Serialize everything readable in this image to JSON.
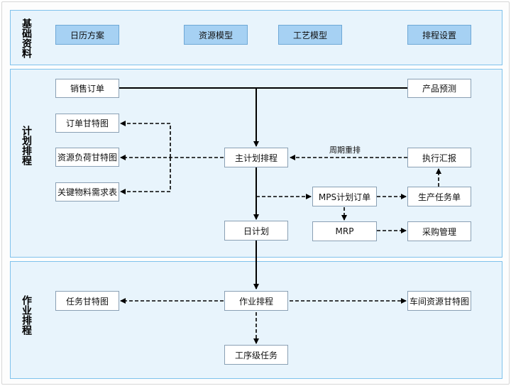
{
  "sections": {
    "base": "基础资料",
    "plan": "计划排程",
    "work": "作业排程"
  },
  "nodes": {
    "calendar": "日历方案",
    "resource_model": "资源模型",
    "process_model": "工艺模型",
    "schedule_settings": "排程设置",
    "sales_order": "销售订单",
    "product_forecast": "产品预测",
    "order_gantt": "订单甘特图",
    "resource_load_gantt": "资源负荷甘特图",
    "key_material_table": "关键物料需求表",
    "master_plan": "主计划排程",
    "exec_report": "执行汇报",
    "mps_order": "MPS计划订单",
    "production_task": "生产任务单",
    "mrp": "MRP",
    "purchase_mgmt": "采购管理",
    "daily_plan": "日计划",
    "task_gantt": "任务甘特图",
    "work_schedule": "作业排程",
    "workshop_gantt": "车间资源甘特图",
    "process_task": "工序级任务"
  },
  "edge_labels": {
    "reschedule": "周期重排"
  }
}
